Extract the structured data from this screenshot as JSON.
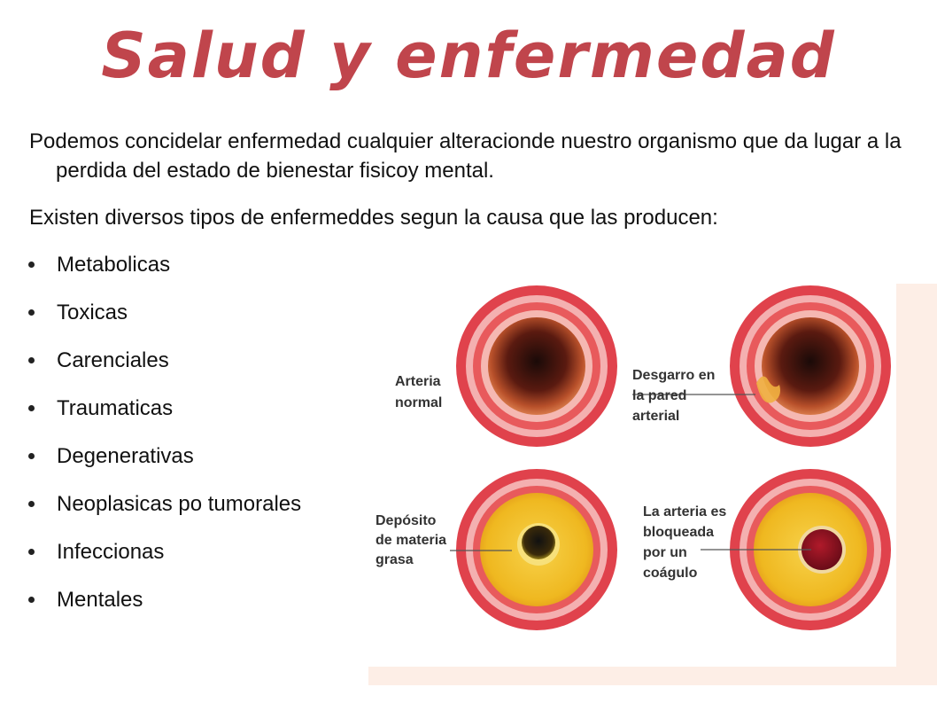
{
  "slide": {
    "title": "Salud y enfermedad",
    "paragraph_1": "Podemos concidelar enfermedad cualquier alteracionde nuestro organismo que da lugar a la perdida del estado de bienestar fisicoy mental.",
    "paragraph_2": "Existen diversos tipos de enfermeddes segun la causa que las producen:",
    "bullets": [
      "Metabolicas",
      "Toxicas",
      "Carenciales",
      "Traumaticas",
      "Degenerativas",
      "Neoplasicas po tumorales",
      "Infeccionas",
      "Mentales"
    ]
  },
  "figure": {
    "labels": {
      "normal_l1": "Arteria",
      "normal_l2": "normal",
      "tear_l1": "Desgarro en",
      "tear_l2": "la pared",
      "tear_l3": "arterial",
      "fat_l1": "Depósito",
      "fat_l2": "de materia",
      "fat_l3": "grasa",
      "clot_l1": "La arteria es",
      "clot_l2": "bloqueada",
      "clot_l3": "por un",
      "clot_l4": "coágulo"
    }
  },
  "colors": {
    "title": "#c0454c",
    "artery_outer": "#e0424c",
    "artery_wall": "#f2a6a6",
    "fat": "#f0c020",
    "clot": "#8a1020",
    "figure_bg": "#fdeee6"
  }
}
